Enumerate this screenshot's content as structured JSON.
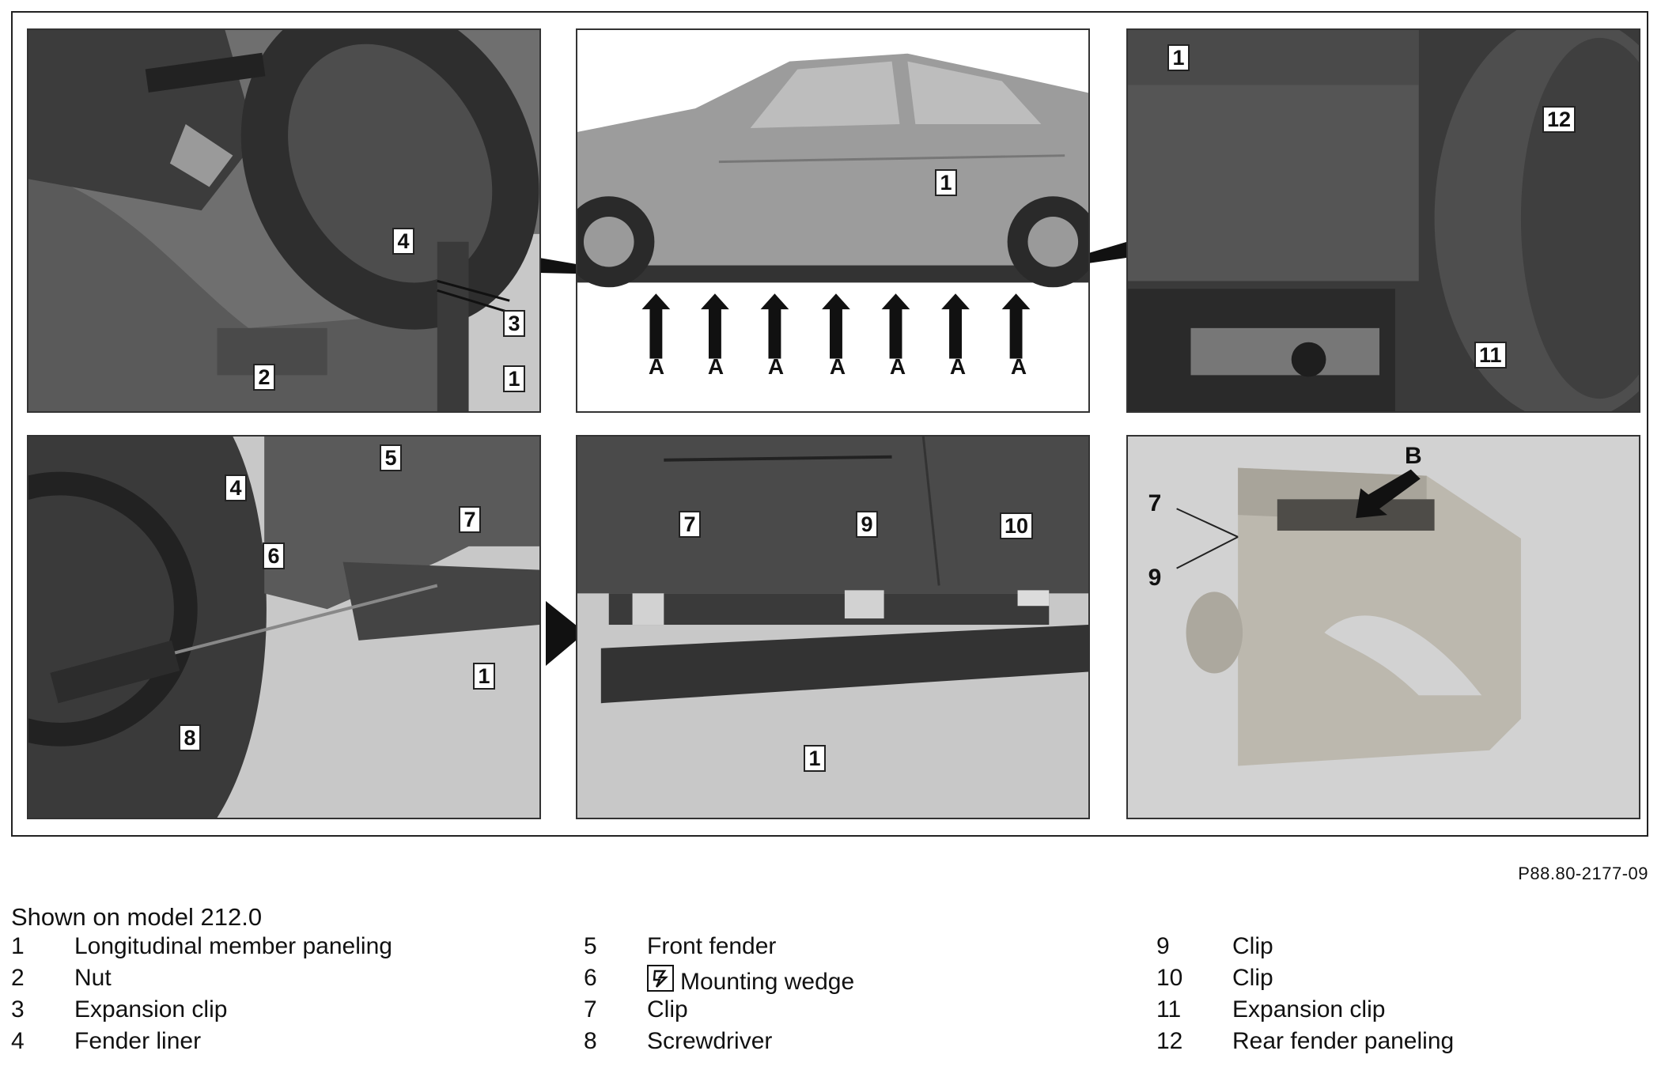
{
  "figure_code": "P88.80-2177-09",
  "callouts": {
    "p1": [
      "4",
      "3",
      "2",
      "1"
    ],
    "p2": [
      "1"
    ],
    "p2_arrows": [
      "A",
      "A",
      "A",
      "A",
      "A",
      "A",
      "A"
    ],
    "p3": [
      "1",
      "12",
      "11"
    ],
    "p4": [
      "5",
      "4",
      "7",
      "6",
      "1",
      "8"
    ],
    "p5": [
      "7",
      "9",
      "10",
      "1"
    ],
    "p6": [
      "B",
      "7",
      "9"
    ]
  },
  "legend": {
    "title": "Shown on model 212.0",
    "col1": [
      {
        "num": "1",
        "text": "Longitudinal member paneling"
      },
      {
        "num": "2",
        "text": "Nut"
      },
      {
        "num": "3",
        "text": "Expansion clip"
      },
      {
        "num": "4",
        "text": "Fender liner"
      }
    ],
    "col2": [
      {
        "num": "5",
        "text": "Front fender"
      },
      {
        "num": "6",
        "text": "Mounting wedge",
        "icon": "special-tool-icon"
      },
      {
        "num": "7",
        "text": "Clip"
      },
      {
        "num": "8",
        "text": "Screwdriver"
      }
    ],
    "col3": [
      {
        "num": "9",
        "text": "Clip"
      },
      {
        "num": "10",
        "text": "Clip"
      },
      {
        "num": "11",
        "text": "Expansion clip"
      },
      {
        "num": "12",
        "text": "Rear fender paneling"
      }
    ]
  }
}
